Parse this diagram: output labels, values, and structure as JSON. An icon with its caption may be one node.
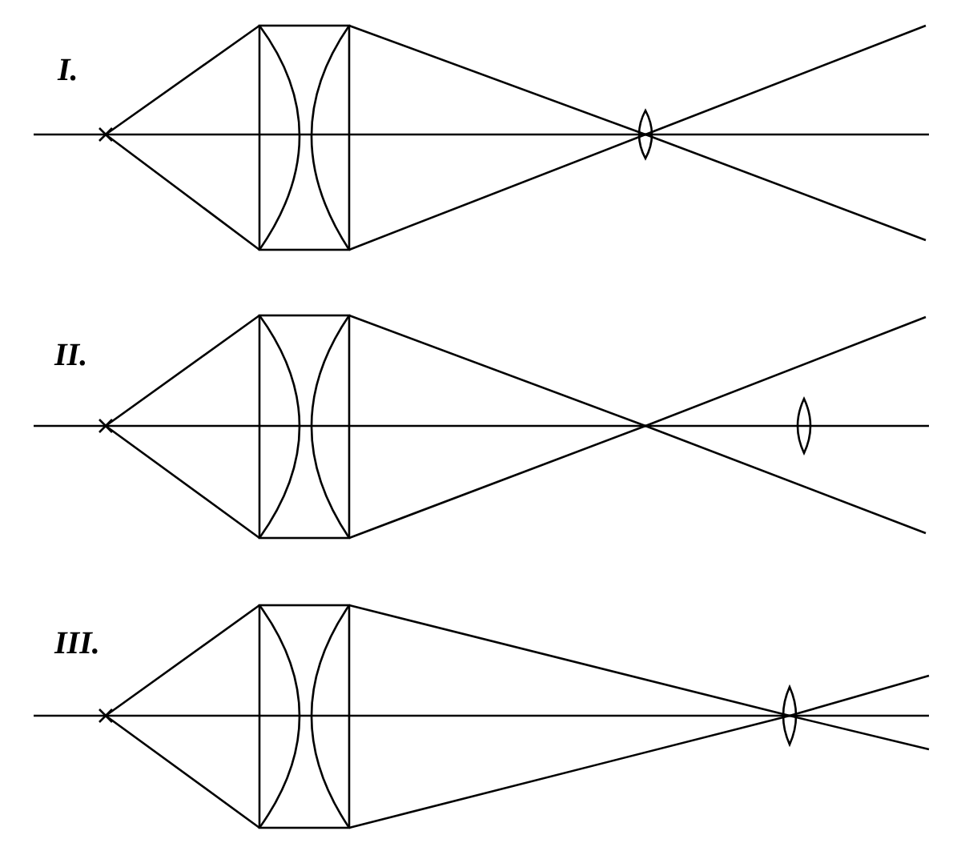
{
  "diagram": {
    "labels": [
      "I.",
      "II.",
      "III."
    ]
  }
}
